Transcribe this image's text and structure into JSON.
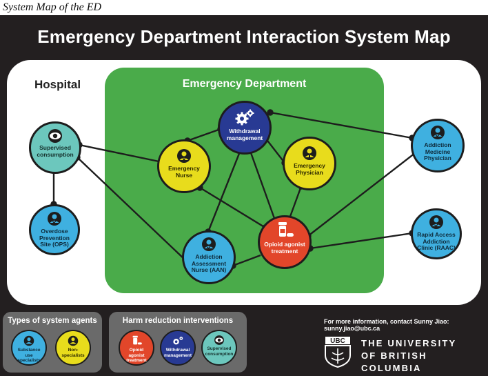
{
  "caption": "System Map of the ED",
  "title": "Emergency Department Interaction System Map",
  "hospital_label": "Hospital",
  "ed_label": "Emergency Department",
  "nodes": {
    "supervised": "Supervised consumption",
    "ops": "Overdose Prevention Site (OPS)",
    "withdrawal": "Withdrawal management",
    "er_nurse": "Emergency Nurse",
    "er_physician": "Emergency Physician",
    "aan": "Addiction Assessment Nurse (AAN)",
    "oat": "Opioid agonist treatment",
    "amp": "Addiction Medicine Physician",
    "raac": "Rapid Access Addiction Clinic (RAAC)"
  },
  "legend_agents": {
    "title": "Types of system agents",
    "specialists": "Substance use specialists",
    "non_specialists": "Non-specialists"
  },
  "legend_harm": {
    "title": "Harm reduction interventions",
    "oat": "Opioid agonist treatment",
    "withdrawal": "Withdrawal management",
    "supervised": "Supervised consumption"
  },
  "contact": "For more information, contact Sunny Jiao: sunny.jiao@ubc.ca",
  "ubc": {
    "logo_text": "UBC",
    "line1": "THE UNIVERSITY",
    "line2": "OF BRITISH COLUMBIA"
  },
  "colors": {
    "poster_bg": "#231f20",
    "ed_green": "#4aab4a",
    "teal": "#6cc7bd",
    "blue": "#3fb0e0",
    "yellow": "#e8dc1c",
    "navy": "#283a93",
    "red": "#e2462a"
  }
}
